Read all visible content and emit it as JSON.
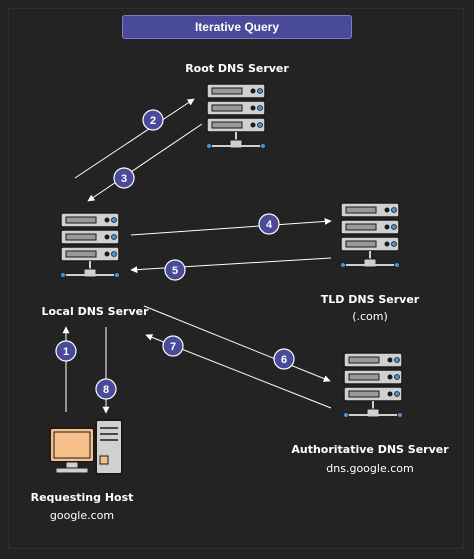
{
  "title": "Iterative Query",
  "nodes": {
    "root": {
      "label": "Root DNS Server"
    },
    "local": {
      "label": "Local DNS Server"
    },
    "tld": {
      "label": "TLD DNS Server",
      "sublabel": "(.com)"
    },
    "auth": {
      "label": "Authoritative DNS Server",
      "sublabel": "dns.google.com"
    },
    "host": {
      "label": "Requesting Host",
      "sublabel": "google.com"
    }
  },
  "steps": [
    "1",
    "2",
    "3",
    "4",
    "5",
    "6",
    "7",
    "8"
  ],
  "colors": {
    "background": "#232323",
    "accent": "#4a4a9a",
    "server_body": "#d0d0d0",
    "server_outline": "#1a1a1a",
    "server_accent": "#4d8fd6",
    "screen": "#f7c08a"
  }
}
